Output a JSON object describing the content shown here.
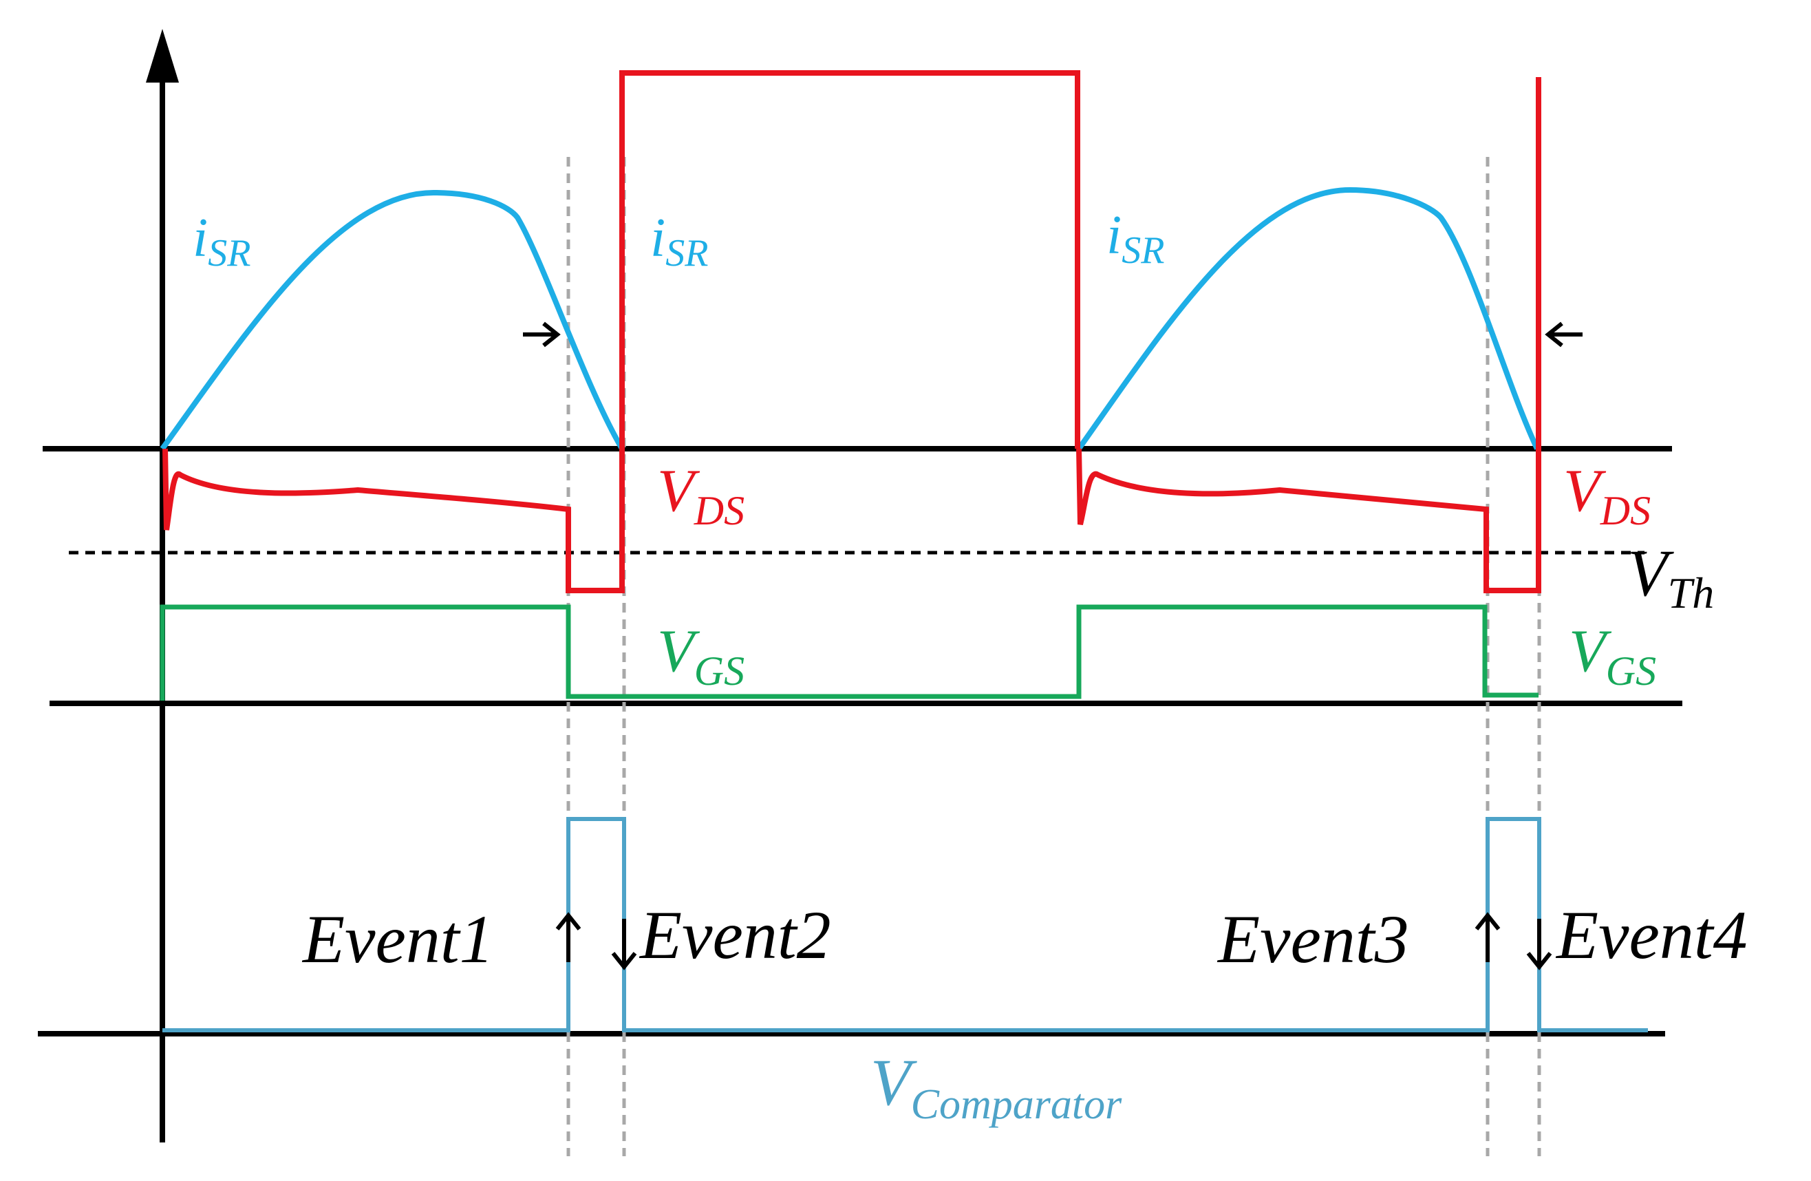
{
  "colors": {
    "axis": "#000000",
    "isr": "#1eaee6",
    "vds": "#e8141e",
    "vgs": "#17a85a",
    "vcomp": "#4ea3c8",
    "guide": "#a8a8a8"
  },
  "labels": {
    "isr": [
      {
        "main": "i",
        "sub": "SR"
      },
      {
        "main": "i",
        "sub": "SR"
      },
      {
        "main": "i",
        "sub": "SR"
      }
    ],
    "vds": [
      {
        "main": "V",
        "sub": "DS"
      },
      {
        "main": "V",
        "sub": "DS"
      }
    ],
    "vth": {
      "main": "V",
      "sub": "Th"
    },
    "vgs": [
      {
        "main": "V",
        "sub": "GS"
      },
      {
        "main": "V",
        "sub": "GS"
      }
    ],
    "vcomp": {
      "main": "V",
      "sub": "Comparator"
    },
    "events": [
      "Event1",
      "Event2",
      "Event3",
      "Event4"
    ]
  }
}
